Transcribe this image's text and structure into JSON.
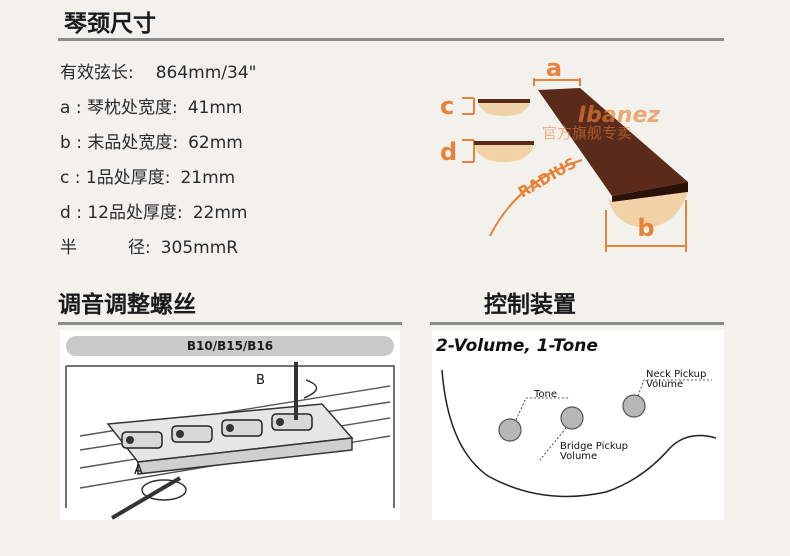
{
  "neck_section": {
    "title": "琴颈尺寸",
    "specs": [
      {
        "label": "有效弦长:",
        "value": "864mm/34\""
      },
      {
        "label": "a : 琴枕处宽度:",
        "value": "41mm"
      },
      {
        "label": "b : 末品处宽度:",
        "value": "62mm"
      },
      {
        "label": "c : 1品处厚度:",
        "value": "21mm"
      },
      {
        "label": "d : 12品处厚度:",
        "value": "22mm"
      },
      {
        "label": "半　　　径:",
        "value": "305mmR"
      }
    ],
    "diagram": {
      "label_a": "a",
      "label_b": "b",
      "label_c": "c",
      "label_d": "d",
      "radius_label": "RADIUS",
      "brand_logo": "Ibanez",
      "watermark": "官方旗舰专卖"
    }
  },
  "tuning_section": {
    "title": "调音调整螺丝",
    "models": "B10/B15/B16",
    "label_a": "A",
    "label_b": "B"
  },
  "control_section": {
    "title": "控制装置",
    "diagram_title": "2-Volume, 1-Tone",
    "knob_tone": "Tone",
    "knob_bridge_line1": "Bridge Pickup",
    "knob_bridge_line2": "Volume",
    "knob_neck_line1": "Neck Pickup",
    "knob_neck_line2": "Volume"
  },
  "colors": {
    "accent_orange": "#e8823a",
    "rule_gray": "#8c8c8c",
    "fretboard_brown": "#5a2a1a"
  }
}
